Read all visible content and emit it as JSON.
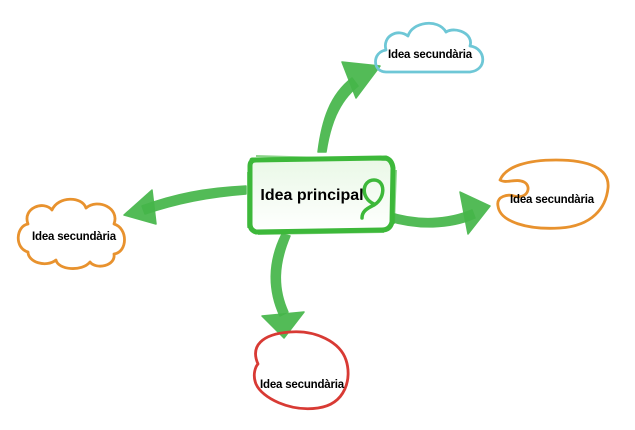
{
  "central_idea": {
    "label": "Idea principal",
    "color": "#3db83a"
  },
  "secondary_ideas": [
    {
      "label": "Idea secundària",
      "shape": "cloud",
      "color": "#6ec7d6"
    },
    {
      "label": "Idea secundària",
      "shape": "blob",
      "color": "#e8922e"
    },
    {
      "label": "Idea secundària",
      "shape": "blob",
      "color": "#d83a34"
    },
    {
      "label": "Idea secundària",
      "shape": "cloud",
      "color": "#e8922e"
    }
  ],
  "arrow_color": "#45b649"
}
